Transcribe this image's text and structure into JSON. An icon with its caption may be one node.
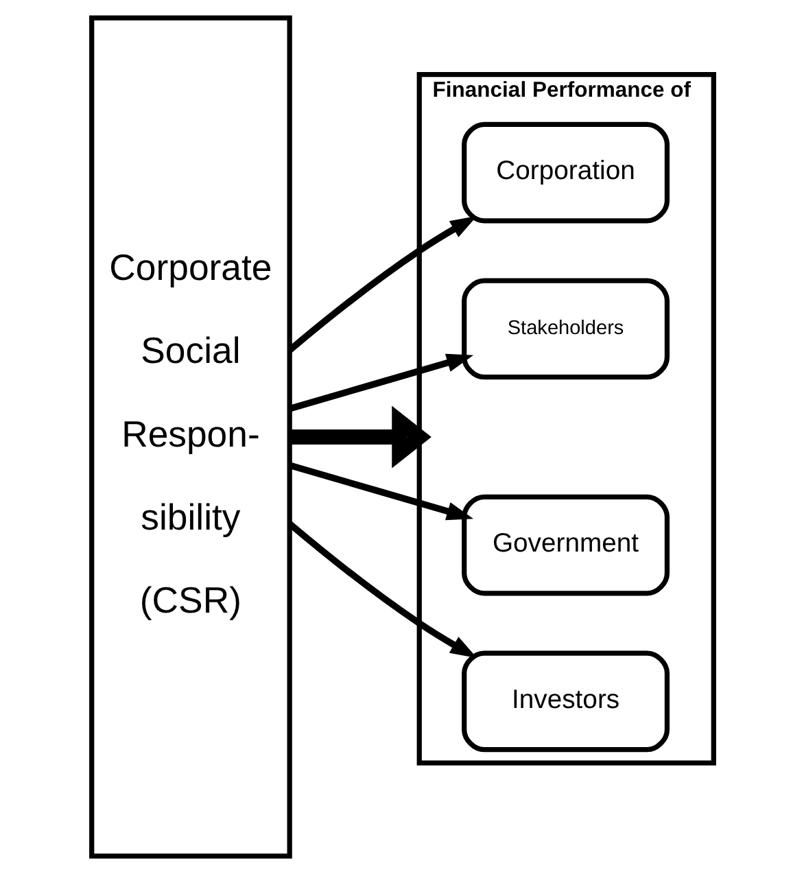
{
  "diagram": {
    "nodes": [
      {
        "text": [
          "Corporate Social Respon- sibility (CSR)"
        ]
      },
      {
        "text": [
          "Financial Performance of"
        ]
      },
      {
        "text": [
          "Corporation"
        ],
        "in": 1
      },
      {
        "text": [
          "Stakeholders"
        ],
        "in": 1
      },
      {
        "text": [
          "Government"
        ],
        "in": 1
      },
      {
        "text": [
          "Investors"
        ],
        "in": 1
      }
    ],
    "edges": [
      {
        "from": 0,
        "to": 1,
        "arrow": "to",
        "style": "thick"
      },
      {
        "from": 0,
        "to": 2,
        "arrow": "to"
      },
      {
        "from": 0,
        "to": 3,
        "arrow": "to"
      },
      {
        "from": 0,
        "to": 4,
        "arrow": "to"
      },
      {
        "from": 0,
        "to": 5,
        "arrow": "to"
      }
    ]
  }
}
